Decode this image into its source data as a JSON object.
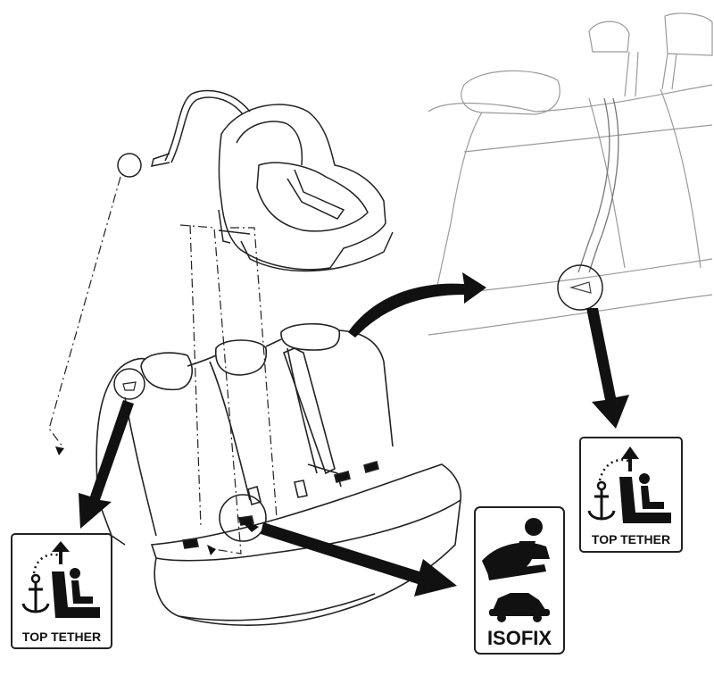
{
  "labels": {
    "top_tether_left": "TOP TETHER",
    "top_tether_right": "TOP TETHER",
    "isofix": "ISOFIX"
  },
  "icons": [
    "anchor-icon",
    "child-seat-icon",
    "car-icon",
    "up-arrow-icon"
  ],
  "colors": {
    "line": "#222222",
    "light_line": "#9a9a9a",
    "arrow": "#111111",
    "background": "#ffffff"
  }
}
